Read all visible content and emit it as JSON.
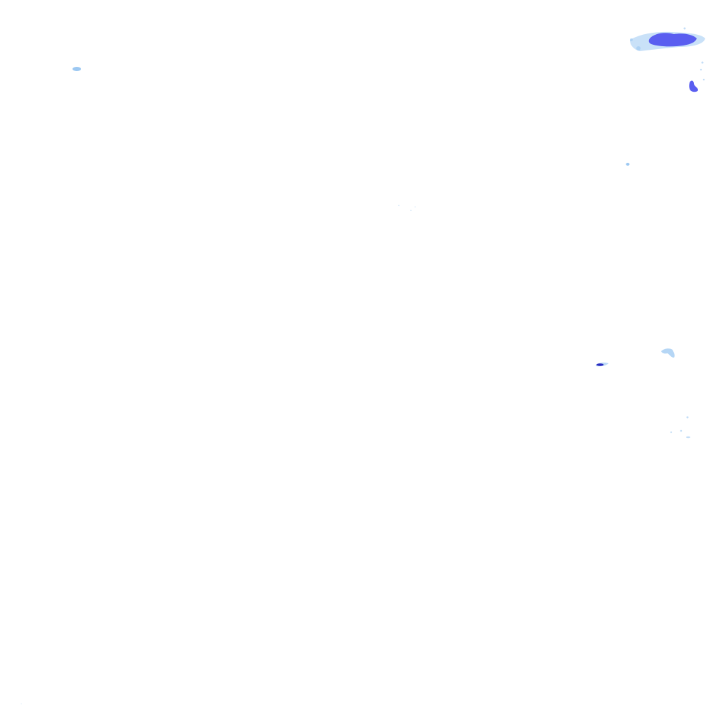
{
  "map": {
    "kind": "precipitation-radar-overlay",
    "background_color": "#ffffff",
    "intensity_colors": {
      "light": "#9cc8f2",
      "moderate": "#5a5ef0",
      "heavy": "#2a2ac0"
    },
    "echo_cells": [
      {
        "id": "cell-northeast-band",
        "intensity": "moderate"
      },
      {
        "id": "cell-northeast-hook",
        "intensity": "moderate"
      },
      {
        "id": "cell-northwest-small",
        "intensity": "light"
      },
      {
        "id": "cell-east-speck",
        "intensity": "light"
      },
      {
        "id": "cell-east-central",
        "intensity": "heavy"
      },
      {
        "id": "cell-east-patch",
        "intensity": "light"
      },
      {
        "id": "cell-southeast-scatter",
        "intensity": "light"
      },
      {
        "id": "cell-center-specks",
        "intensity": "light"
      }
    ]
  }
}
